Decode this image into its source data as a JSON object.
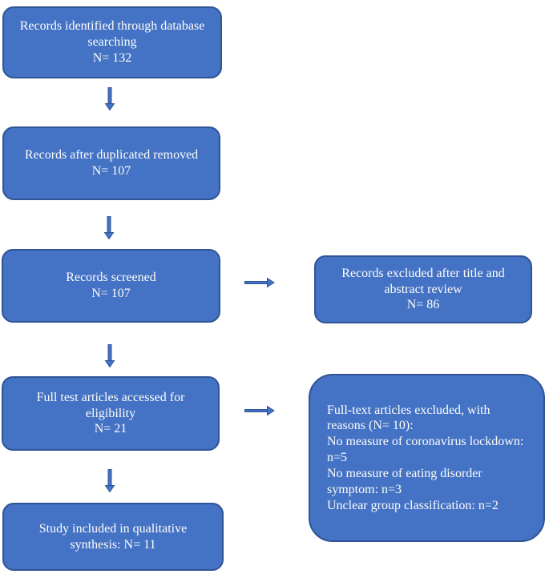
{
  "diagram": {
    "type": "flowchart",
    "colors": {
      "box_fill": "#4472C4",
      "box_border": "#2F5496",
      "text_color": "#FDFDFA",
      "arrow": "#4472C4",
      "arrow_border": "#2F5496"
    },
    "boxes": {
      "identified": {
        "text": "Records identified through database searching\nN= 132"
      },
      "after_duplicates": {
        "text": "Records after duplicated removed\nN= 107"
      },
      "screened": {
        "text": "Records screened\nN= 107"
      },
      "fulltext_assessed": {
        "text": "Full test articles accessed for eligibility\nN= 21"
      },
      "included": {
        "text": "Study included in qualitative synthesis: N= 11"
      },
      "excluded_title_abstract": {
        "text": "Records excluded after title and abstract review\nN= 86"
      },
      "excluded_fulltext": {
        "text": "Full-text articles excluded, with reasons (N= 10):\nNo measure of coronavirus lockdown: n=5\nNo measure of eating disorder symptom: n=3\nUnclear group classification: n=2"
      }
    }
  }
}
